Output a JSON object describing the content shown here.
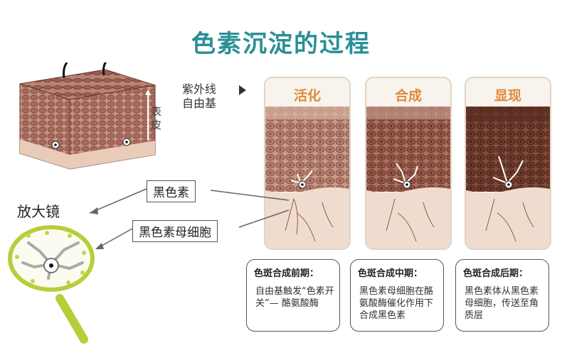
{
  "title": "色素沉淀的过程",
  "epidermis_label": "表皮",
  "uv_label": "紫外线\n自由基",
  "stages": [
    {
      "label": "活化"
    },
    {
      "label": "合成"
    },
    {
      "label": "显现"
    }
  ],
  "callouts": {
    "melanin": "黑色素",
    "melanocyte": "黑色素母细胞"
  },
  "magnifier_label": "放大镜",
  "info_boxes": [
    {
      "title": "色斑合成前期：",
      "body": "自由基触发“色素开关”— 酪氨酸酶"
    },
    {
      "title": "色斑合成中期：",
      "body": "黑色素母细胞在酪氨酸酶催化作用下合成黑色素"
    },
    {
      "title": "色斑合成后期：",
      "body": "黑色素体从黑色素母细胞，传送至角质层"
    }
  ],
  "colors": {
    "title": "#2a8f96",
    "stage_title": "#e08a3b",
    "magnifier_ring": "#b9cd3b"
  }
}
